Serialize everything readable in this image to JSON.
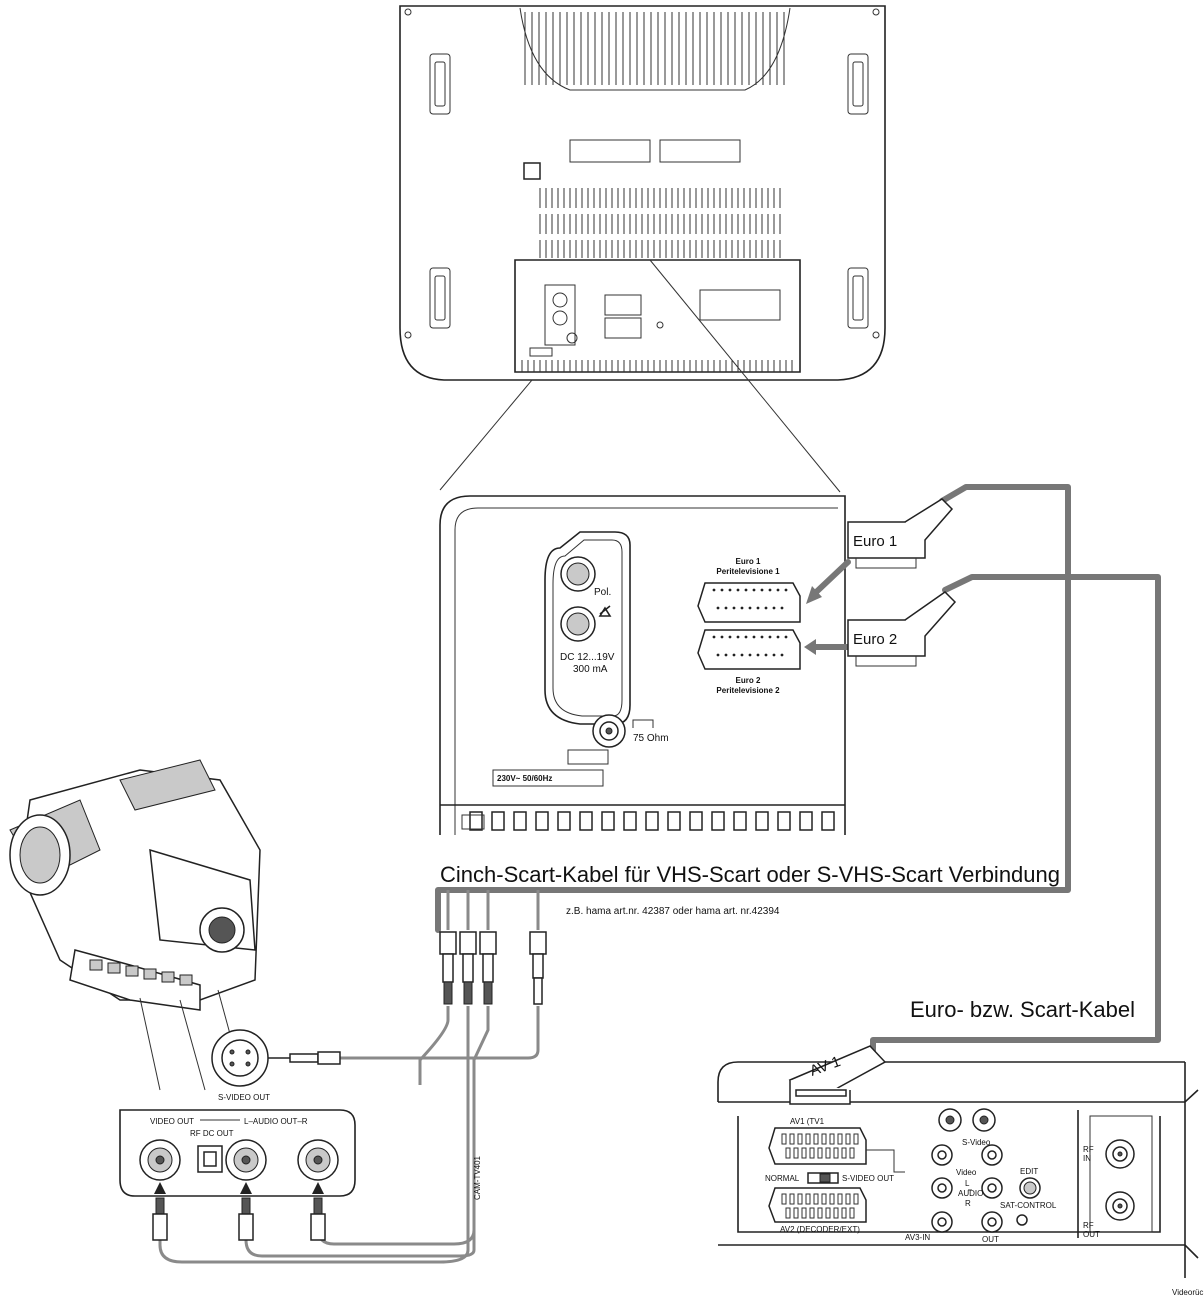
{
  "connectors": {
    "euro1_tag": "Euro 1",
    "euro2_tag": "Euro 2",
    "av1_tag": "AV 1"
  },
  "tv_panel": {
    "euro1_title": "Euro 1",
    "euro1_sub": "Peritelevisione 1",
    "euro2_title": "Euro 2",
    "euro2_sub": "Peritelevisione 2",
    "pol": "Pol.",
    "dc_line1": "DC 12...19V",
    "dc_line2": "300 mA",
    "ohm": "75 Ohm",
    "mains": "230V~ 50/60Hz"
  },
  "captions": {
    "cinch_cable": "Cinch-Scart-Kabel für VHS-Scart oder S-VHS-Scart Verbindung",
    "hama_note": "z.B. hama art.nr. 42387 oder hama  art. nr.42394",
    "euro_cable": "Euro- bzw. Scart-Kabel",
    "cam_cable": "CAM-TV401"
  },
  "camcorder": {
    "svideo_out": "S-VIDEO OUT",
    "video_out": "VIDEO OUT",
    "rf_dc_out": "RF DC OUT",
    "audio_out": "L–AUDIO OUT–R"
  },
  "vcr": {
    "av1_tv1": "AV1 (TV1",
    "svideo": "S-Video",
    "normal": "NORMAL",
    "svideo_out": "S-VIDEO OUT",
    "video": "Video",
    "edit": "EDIT",
    "audio": "AUDIO",
    "l": "L",
    "r": "R",
    "sat_control": "SAT-CONTROL",
    "av2": "AV2 (DECODER/EXT)",
    "av3_in": "AV3-IN",
    "out": "OUT",
    "rf_in_1": "RF",
    "rf_in_2": "IN",
    "rf_out_1": "RF",
    "rf_out_2": "OUT",
    "corner_label": "Videorüc"
  }
}
